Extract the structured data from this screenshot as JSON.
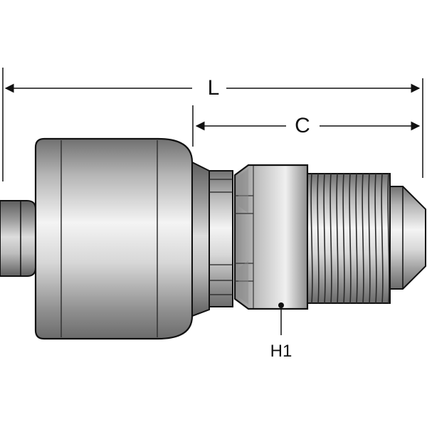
{
  "dimensions": {
    "overall_length_label": "L",
    "coupling_length_label": "C",
    "hex_callout_label": "H1"
  },
  "colors": {
    "outline": "#111111",
    "metal_dark": "#6f6f6f",
    "metal_mid": "#a7a7a7",
    "metal_light": "#f3f3f3",
    "background": "#ffffff"
  }
}
